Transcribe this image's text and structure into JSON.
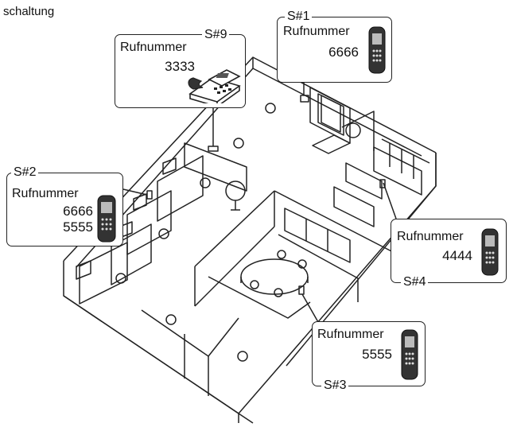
{
  "page": {
    "heading": "schaltung"
  },
  "callouts": {
    "s9": {
      "station": "S#9",
      "label": "Rufnummer",
      "numbers": [
        "3333"
      ],
      "device": "desk-phone"
    },
    "s1": {
      "station": "S#1",
      "label": "Rufnummer",
      "numbers": [
        "6666"
      ],
      "device": "cordless-handset"
    },
    "s2": {
      "station": "S#2",
      "label": "Rufnummer",
      "numbers": [
        "6666",
        "5555"
      ],
      "device": "cordless-handset"
    },
    "s4": {
      "station": "S#4",
      "label": "Rufnummer",
      "numbers": [
        "4444"
      ],
      "device": "cordless-handset"
    },
    "s3": {
      "station": "S#3",
      "label": "Rufnummer",
      "numbers": [
        "5555"
      ],
      "device": "cordless-handset"
    }
  },
  "colors": {
    "line": "#222222",
    "paper": "#ffffff",
    "handset": "#333333"
  }
}
